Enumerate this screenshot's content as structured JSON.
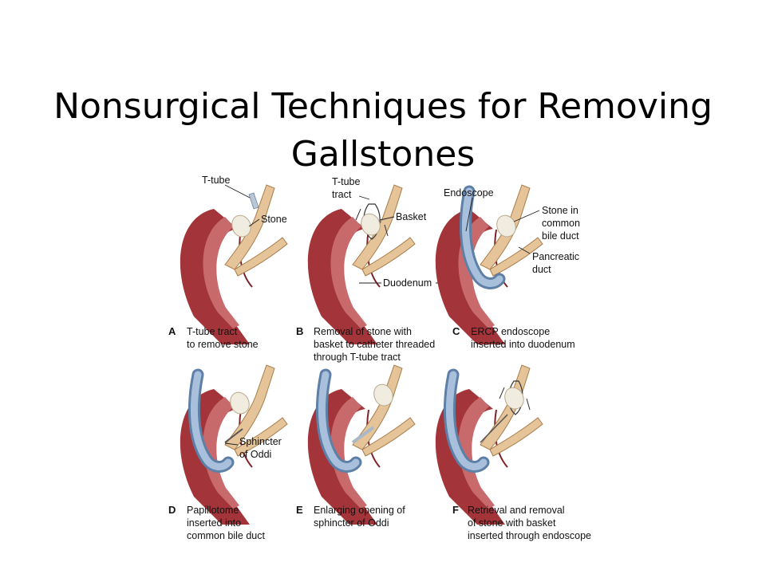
{
  "slide": {
    "title_line1": "Nonsurgical Techniques for Removing",
    "title_line2": "Gallstones"
  },
  "panels": {
    "a": {
      "letter": "A",
      "caption": [
        "T-tube tract",
        "to remove stone"
      ]
    },
    "b": {
      "letter": "B",
      "caption": [
        "Removal of stone with",
        "basket to catheter threaded",
        "through T-tube tract"
      ]
    },
    "c": {
      "letter": "C",
      "caption": [
        "ERCP endoscope",
        "inserted into duodenum"
      ]
    },
    "d": {
      "letter": "D",
      "caption": [
        "Papillotome",
        "inserted into",
        "common bile duct"
      ]
    },
    "e": {
      "letter": "E",
      "caption": [
        "Enlarging opening of",
        "sphincter of Oddi"
      ]
    },
    "f": {
      "letter": "F",
      "caption": [
        "Retrieval and removal",
        "of stone with basket",
        "inserted through endoscope"
      ]
    }
  },
  "labels": {
    "t_tube": "T-tube",
    "stone": "Stone",
    "t_tube_tract": [
      "T-tube",
      "tract"
    ],
    "basket": "Basket",
    "endoscope": "Endoscope",
    "stone_in_cbd": [
      "Stone in",
      "common",
      "bile duct"
    ],
    "pancreatic_duct": [
      "Pancreatic",
      "duct"
    ],
    "duodenum": "Duodenum",
    "sphincter": [
      "Sphincter",
      "of Oddi"
    ]
  },
  "colors": {
    "duodenum_outer": "#a2343a",
    "duodenum_inner": "#c86a6c",
    "duct": "#e6c49a",
    "endoscope": "#8aa7c7",
    "stone": "#f1ece0"
  }
}
